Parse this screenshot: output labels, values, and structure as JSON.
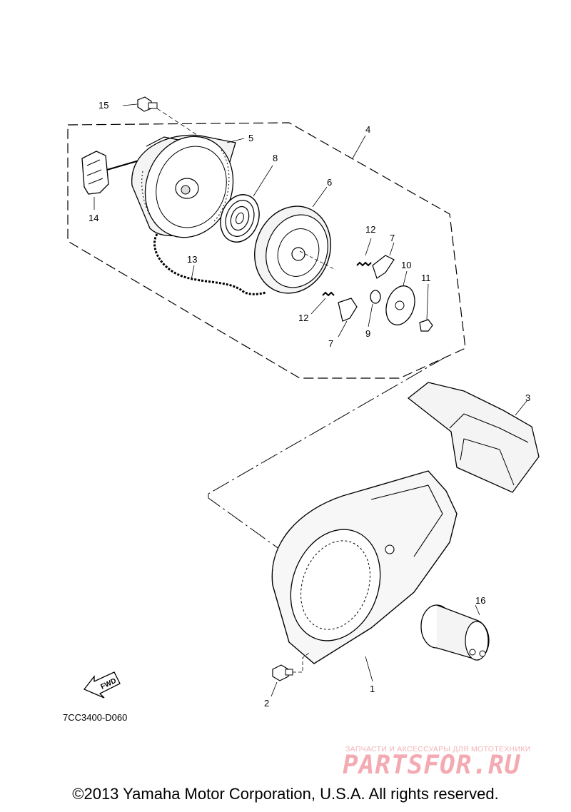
{
  "callouts": {
    "p1": "1",
    "p2": "2",
    "p3": "3",
    "p4": "4",
    "p5": "5",
    "p6": "6",
    "p7a": "7",
    "p7b": "7",
    "p8": "8",
    "p9": "9",
    "p10": "10",
    "p11": "11",
    "p12a": "12",
    "p12b": "12",
    "p13": "13",
    "p14": "14",
    "p15": "15",
    "p16": "16"
  },
  "fwd_label": "FWD",
  "part_code": "7CC3400-D060",
  "watermark": {
    "subtitle": "ЗАПЧАСТИ И АКСЕССУАРЫ ДЛЯ МОТОТЕХНИКИ",
    "brand": "PARTSFOR.RU"
  },
  "copyright": "©2013 Yamaha Motor Corporation, U.S.A. All rights reserved."
}
